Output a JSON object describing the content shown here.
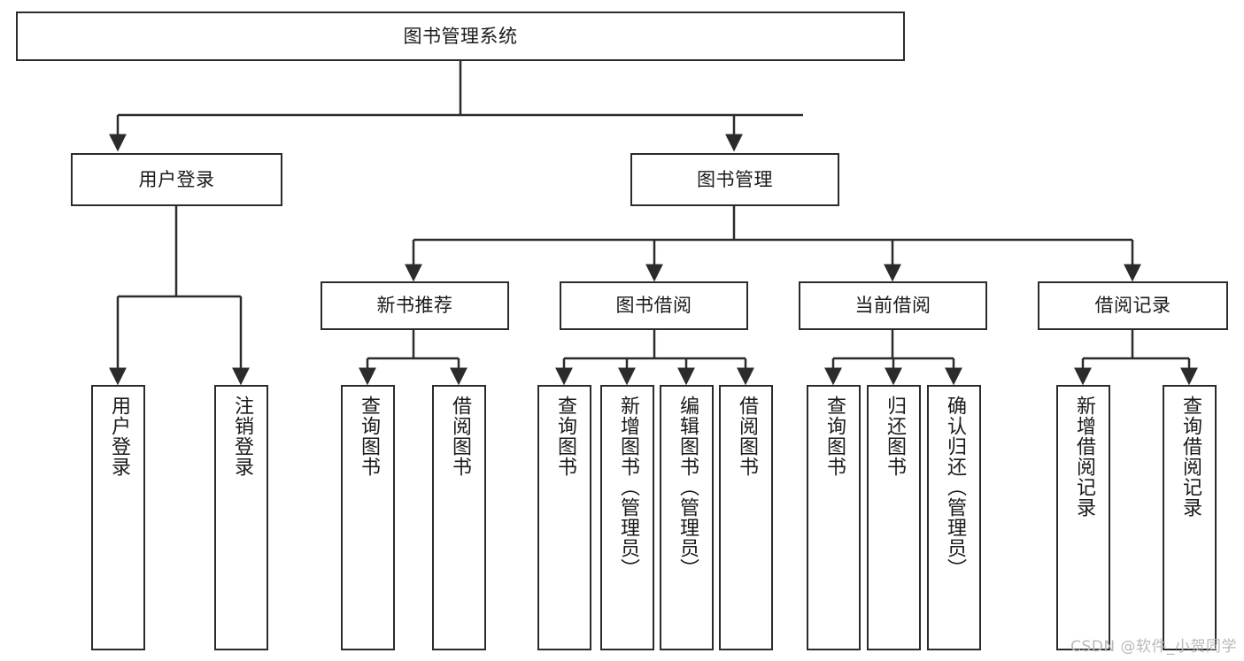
{
  "diagram": {
    "title": "图书管理系统",
    "type": "功能结构图",
    "watermark": "CSDN @软件_小贺同学",
    "colors": {
      "background": "#ffffff",
      "border": "#2b2b2b",
      "text": "#1a1a1a",
      "edge": "#2b2b2b",
      "watermark": "#b9b9b9"
    },
    "levels": {
      "root": {
        "label": "图书管理系统"
      },
      "level2": [
        {
          "id": "user-login",
          "label": "用户登录"
        },
        {
          "id": "book-manage",
          "label": "图书管理"
        }
      ],
      "level3": [
        {
          "id": "new-book-recommend",
          "label": "新书推荐",
          "parent": "book-manage"
        },
        {
          "id": "book-borrow",
          "label": "图书借阅",
          "parent": "book-manage"
        },
        {
          "id": "current-borrow",
          "label": "当前借阅",
          "parent": "book-manage"
        },
        {
          "id": "borrow-record",
          "label": "借阅记录",
          "parent": "book-manage"
        }
      ],
      "leaves": [
        {
          "id": "leaf-user-login",
          "label": "用户登录",
          "parent": "user-login"
        },
        {
          "id": "leaf-user-logout",
          "label": "注销登录",
          "parent": "user-login"
        },
        {
          "id": "leaf-rec-query-book",
          "label": "查询图书",
          "parent": "new-book-recommend"
        },
        {
          "id": "leaf-rec-borrow-book",
          "label": "借阅图书",
          "parent": "new-book-recommend"
        },
        {
          "id": "leaf-borrow-query-book",
          "label": "查询图书",
          "parent": "book-borrow"
        },
        {
          "id": "leaf-borrow-add-book",
          "label": "新增图书（管理员）",
          "parent": "book-borrow"
        },
        {
          "id": "leaf-borrow-edit-book",
          "label": "编辑图书（管理员）",
          "parent": "book-borrow"
        },
        {
          "id": "leaf-borrow-borrow-book",
          "label": "借阅图书",
          "parent": "book-borrow"
        },
        {
          "id": "leaf-current-query-book",
          "label": "查询图书",
          "parent": "current-borrow"
        },
        {
          "id": "leaf-current-return-book",
          "label": "归还图书",
          "parent": "current-borrow"
        },
        {
          "id": "leaf-current-confirm-return",
          "label": "确认归还（管理员）",
          "parent": "current-borrow"
        },
        {
          "id": "leaf-record-add",
          "label": "新增借阅记录",
          "parent": "borrow-record"
        },
        {
          "id": "leaf-record-query",
          "label": "查询借阅记录",
          "parent": "borrow-record"
        }
      ]
    }
  }
}
